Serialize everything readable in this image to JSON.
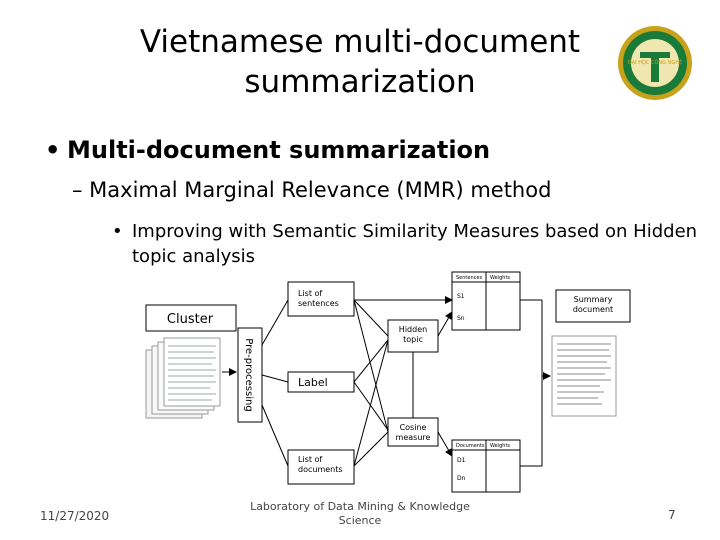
{
  "slide": {
    "title": "Vietnamese multi-document summarization",
    "bullet1": "Multi-document summarization",
    "bullet2": "– Maximal Marginal Relevance (MMR) method",
    "bullet3_marker": "•",
    "bullet1_marker": "•",
    "bullet3": "Improving with Semantic Similarity Measures based on Hidden topic analysis"
  },
  "diagram": {
    "cluster": "Cluster",
    "preprocessing": "Pre-processing",
    "list_sentences": "List of sentences",
    "hidden_topic": "Hidden topic",
    "label": "Label",
    "cosine": "Cosine measure",
    "list_documents": "List of documents",
    "summary_document": "Summary document",
    "top_table": {
      "col1": "Sentences",
      "col2": "Weights",
      "row1": "S1",
      "row2": "Sn"
    },
    "bottom_table": {
      "col1": "Documents",
      "col2": "Weights",
      "row1": "D1",
      "row2": "Dn"
    }
  },
  "logo": {
    "text": "ĐẠI HỌC CÔNG NGHỆ",
    "icon": "university-logo-icon",
    "colors": {
      "ring": "#c8a21a",
      "fill": "#1a7a3a"
    }
  },
  "footer": {
    "date": "11/27/2020",
    "lab": "Laboratory of Data Mining & Knowledge Science",
    "page": "7"
  }
}
